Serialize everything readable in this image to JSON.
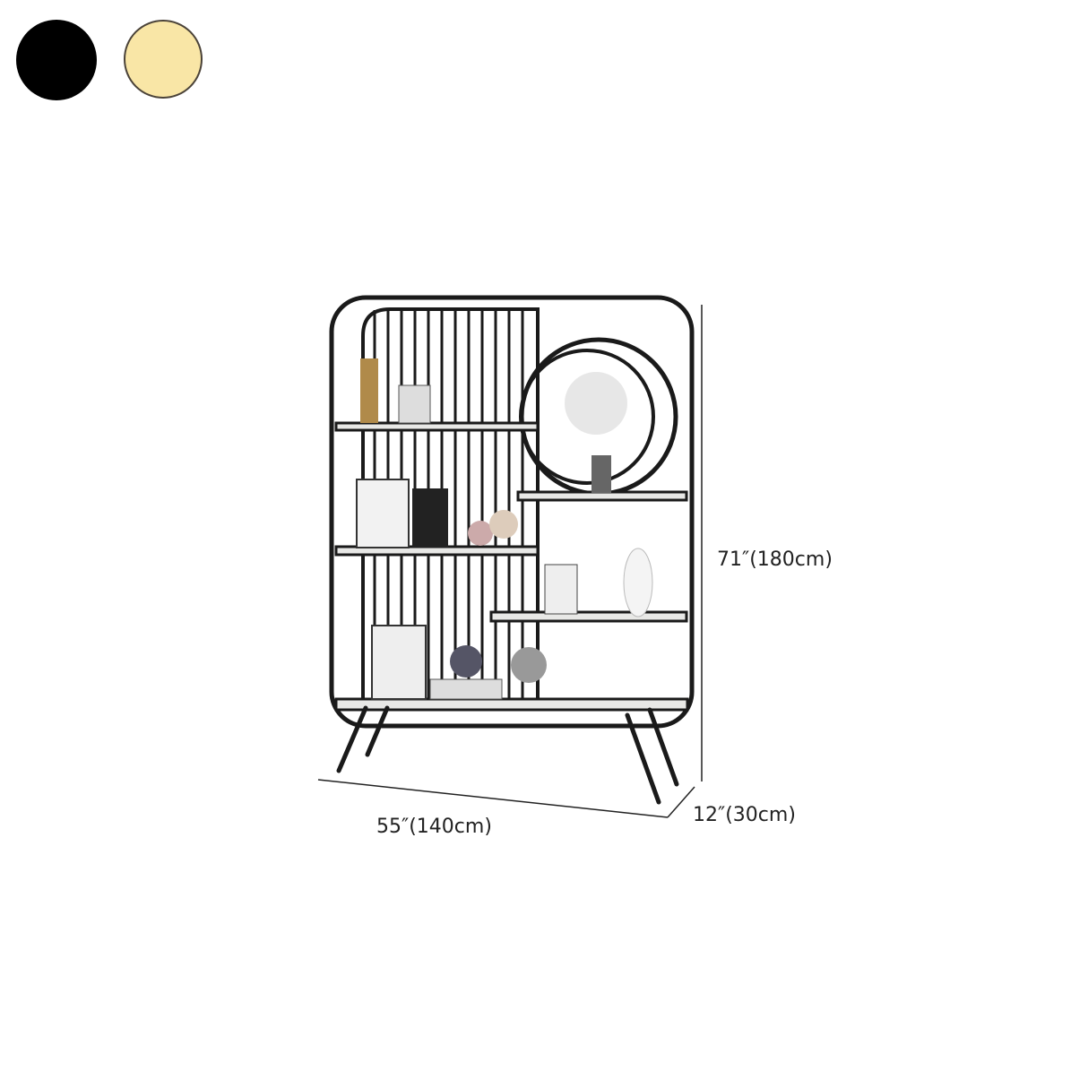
{
  "color_options": [
    {
      "name": "black",
      "color": "#000000"
    },
    {
      "name": "gold",
      "color": "#f9e6a6"
    }
  ],
  "dimensions": {
    "height": "71″(180cm)",
    "width": "55″(140cm)",
    "depth": "12″(30cm)"
  },
  "frame_color": "#1a1a1a",
  "shelf_color": "#e8e8e6"
}
